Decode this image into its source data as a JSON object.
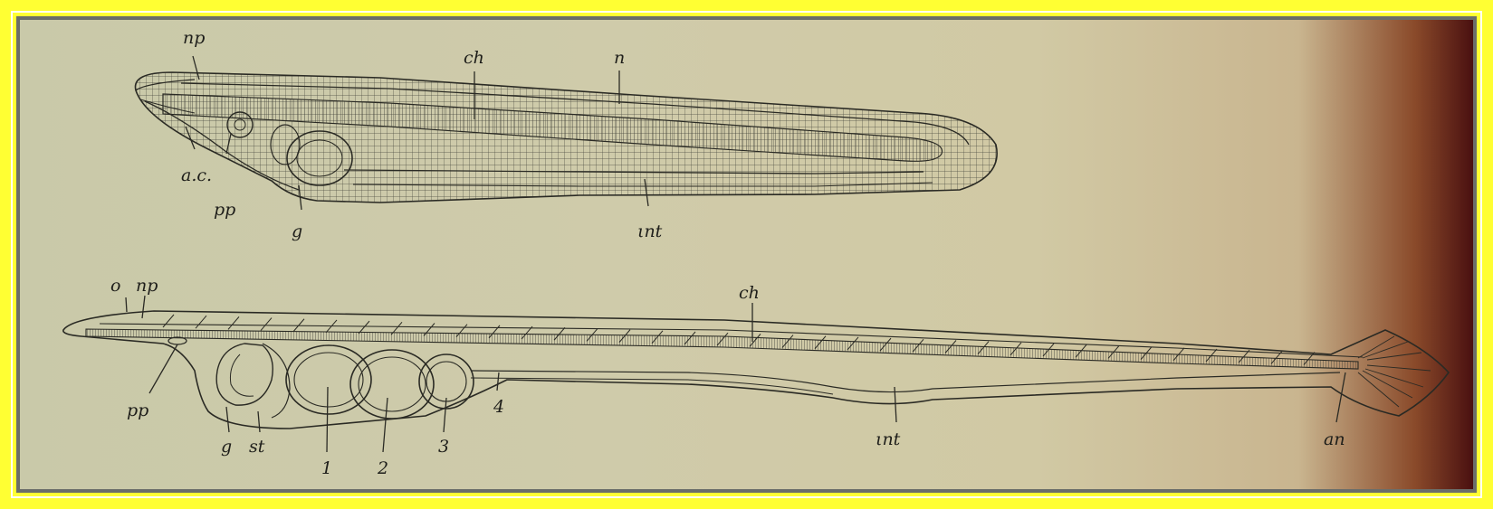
{
  "colors": {
    "frame": "#ffff33",
    "paper": "#cfcbaa",
    "ink": "#2a2a24"
  },
  "upper_figure": {
    "labels": {
      "np": "np",
      "ch": "ch",
      "n": "n",
      "ac": "a.c.",
      "pp": "pp",
      "g": "g",
      "int": "ιnt"
    }
  },
  "lower_figure": {
    "labels": {
      "o": "o",
      "np": "np",
      "ch": "ch",
      "pp": "pp",
      "g": "g",
      "st": "st",
      "gill1": "1",
      "gill2": "2",
      "gill3": "3",
      "gill4": "4",
      "int": "ιnt",
      "an": "an"
    }
  }
}
